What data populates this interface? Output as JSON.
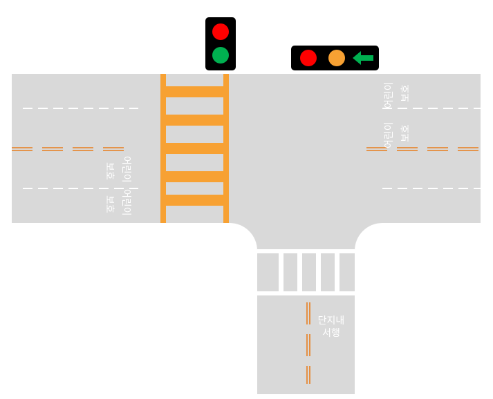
{
  "colors": {
    "road": "#d9d9d9",
    "background": "#ffffff",
    "lane_dash": "#ffffff",
    "center_line": "#e87d1e",
    "crosswalk_raised": "#f7a133",
    "crosswalk_stripe": "#ffffff",
    "signal_housing": "#000000",
    "signal_red": "#ff0000",
    "signal_green": "#00b050",
    "signal_amber": "#f7a133",
    "arrow_green": "#00b050"
  },
  "road_markings": {
    "school_zone_word1": "어린이",
    "school_zone_word2": "보호",
    "complex_road_line1": "단지내",
    "complex_road_line2": "서행"
  },
  "signals": {
    "pedestrian": {
      "icon": "pedestrian-signal-icon",
      "lamps": [
        "red",
        "green"
      ]
    },
    "vehicle": {
      "icon": "vehicle-signal-icon",
      "lamps": [
        "red",
        "amber",
        "left-arrow-green"
      ]
    }
  }
}
